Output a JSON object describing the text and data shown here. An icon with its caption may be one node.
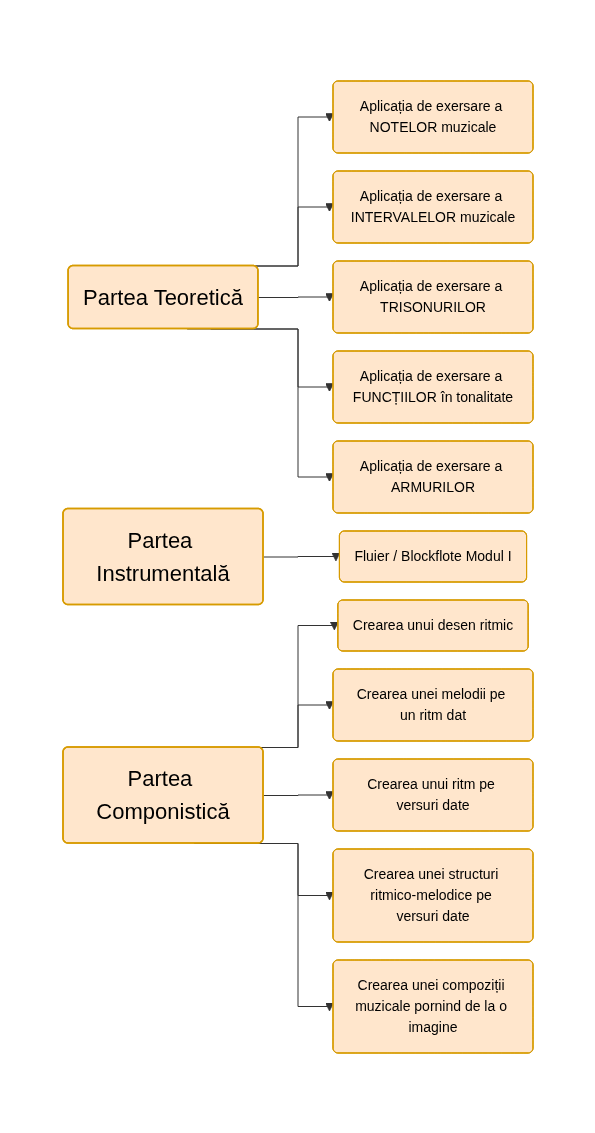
{
  "diagram": {
    "nodes": [
      {
        "text": [
          "Partea Teoretică"
        ]
      },
      {
        "text": [
          "Aplicația de exersare a NOTELOR muzicale"
        ]
      },
      {
        "text": [
          "Aplicația de exersare a INTERVALELOR muzicale"
        ]
      },
      {
        "text": [
          "Aplicația de exersare a TRISONURILOR"
        ]
      },
      {
        "text": [
          "Aplicația de exersare a FUNCȚIILOR în tonalitate"
        ]
      },
      {
        "text": [
          "Aplicația de exersare a ARMURILOR"
        ]
      },
      {
        "text": [
          "Partea Instrumentală"
        ]
      },
      {
        "text": [
          "Fluier / Blockflote Modul I"
        ]
      },
      {
        "text": [
          "Partea Componistică"
        ]
      },
      {
        "text": [
          "Crearea unui desen ritmic"
        ]
      },
      {
        "text": [
          "Crearea unei melodii pe un ritm dat"
        ]
      },
      {
        "text": [
          "Crearea unui ritm pe versuri date"
        ]
      },
      {
        "text": [
          "Crearea unei structuri ritmico-melodice pe versuri date"
        ]
      },
      {
        "text": [
          "Crearea unei compoziții muzicale pornind de la o imagine"
        ]
      }
    ],
    "edges": [
      {
        "from": 0,
        "to": 1,
        "arrow": "to"
      },
      {
        "from": 0,
        "to": 2,
        "arrow": "to"
      },
      {
        "from": 0,
        "to": 3,
        "arrow": "to"
      },
      {
        "from": 0,
        "to": 4,
        "arrow": "to"
      },
      {
        "from": 0,
        "to": 5,
        "arrow": "to"
      },
      {
        "from": 6,
        "to": 7,
        "arrow": "to"
      },
      {
        "from": 8,
        "to": 9,
        "arrow": "to"
      },
      {
        "from": 8,
        "to": 10,
        "arrow": "to"
      },
      {
        "from": 8,
        "to": 11,
        "arrow": "to"
      },
      {
        "from": 8,
        "to": 12,
        "arrow": "to"
      },
      {
        "from": 8,
        "to": 13,
        "arrow": "to"
      }
    ]
  }
}
